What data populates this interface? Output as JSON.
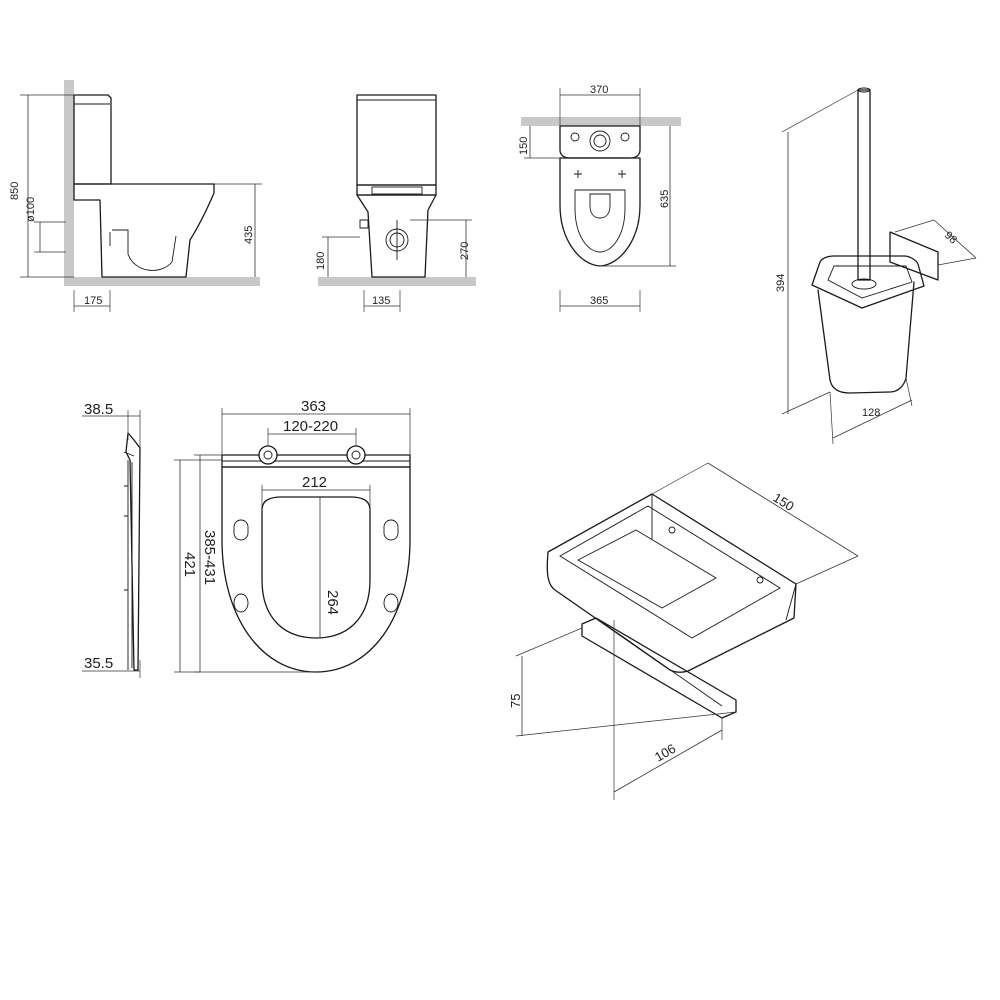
{
  "dimensions": {
    "side_view": {
      "height": "850",
      "pipe_diameter": "ø100",
      "seat_height": "435",
      "outlet_offset": "175"
    },
    "front_view": {
      "inlet_height": "180",
      "outlet_height": "270",
      "base_width": "135"
    },
    "top_view": {
      "tank_width": "370",
      "tank_depth": "150",
      "total_depth": "635",
      "bowl_width": "365"
    },
    "brush_holder": {
      "height": "394",
      "depth": "98",
      "width": "128"
    },
    "seat_side": {
      "top_thickness": "38.5",
      "bottom_thickness": "35.5"
    },
    "seat_top": {
      "width": "363",
      "hinge_spacing": "120-220",
      "opening_width": "212",
      "opening_length": "264",
      "adjust_range": "385-431",
      "length": "421"
    },
    "paper_holder": {
      "width": "150",
      "height": "75",
      "depth": "106"
    }
  }
}
